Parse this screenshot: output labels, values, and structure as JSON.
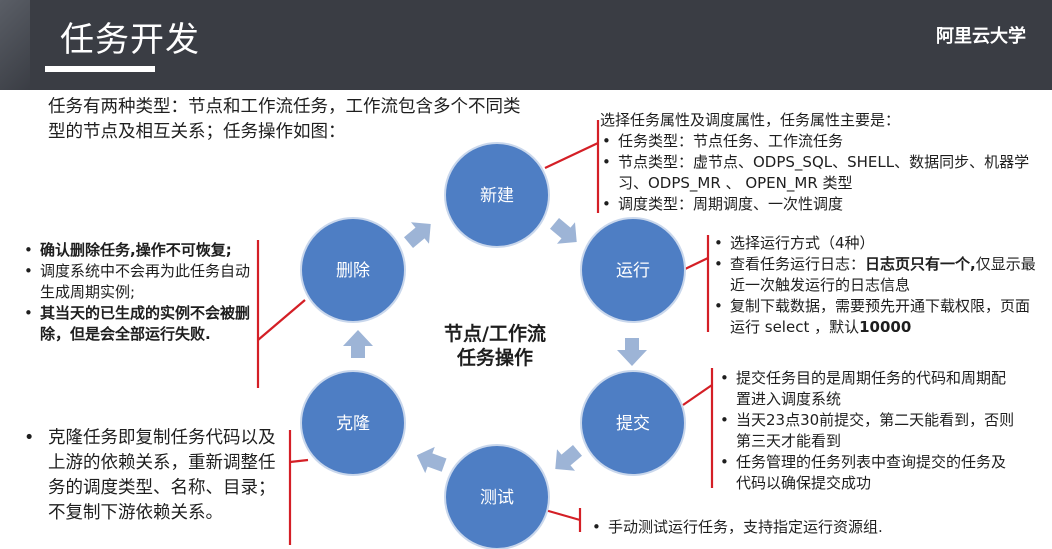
{
  "header": {
    "title": "任务开发",
    "brand": "阿里云大学"
  },
  "intro": "任务有两种类型：节点和工作流任务，工作流包含多个不同类型的节点及相互关系；任务操作如图：",
  "center": {
    "line1": "节点/工作流",
    "line2": "任务操作"
  },
  "nodes": {
    "new": "新建",
    "run": "运行",
    "submit": "提交",
    "test": "测试",
    "clone": "克隆",
    "delete": "删除"
  },
  "notes": {
    "new": {
      "lead": "选择任务属性及调度属性，任务属性主要是：",
      "items": [
        "任务类型：节点任务、工作流任务",
        "节点类型：虚节点、ODPS_SQL、SHELL、数据同步、机器学习、ODPS_MR 、 OPEN_MR 类型",
        "调度类型：周期调度、一次性调度"
      ]
    },
    "run": {
      "item1": "选择运行方式（4种）",
      "item2_normal": "查看任务运行日志：",
      "item2_bold": "日志页只有一个,",
      "item2_rest": "仅显示最近一次触发运行的日志信息",
      "item3_normal": "复制下载数据，需要预先开通下载权限，页面运行 select ，默认",
      "item3_bold": "10000"
    },
    "submit": {
      "items": [
        "提交任务目的是周期任务的代码和周期配置进入调度系统",
        "当天23点30前提交，第二天能看到，否则第三天才能看到",
        "任务管理的任务列表中查询提交的任务及代码以确保提交成功"
      ]
    },
    "test": {
      "items": [
        "手动测试运行任务，支持指定运行资源组."
      ]
    },
    "delete": {
      "item1": "确认删除任务,操作不可恢复;",
      "item2": "调度系统中不会再为此任务自动生成周期实例;",
      "item3": "其当天的已生成的实例不会被删除，但是会全部运行失败."
    },
    "clone": {
      "items": [
        "克隆任务即复制任务代码以及上游的依赖关系，重新调整任务的调度类型、名称、目录；不复制下游依赖关系。"
      ]
    }
  },
  "colors": {
    "node_fill": "#4e7ec4",
    "arrow": "#9db4d6",
    "connector": "#d41f26",
    "header_bg": "#3a3d44"
  }
}
